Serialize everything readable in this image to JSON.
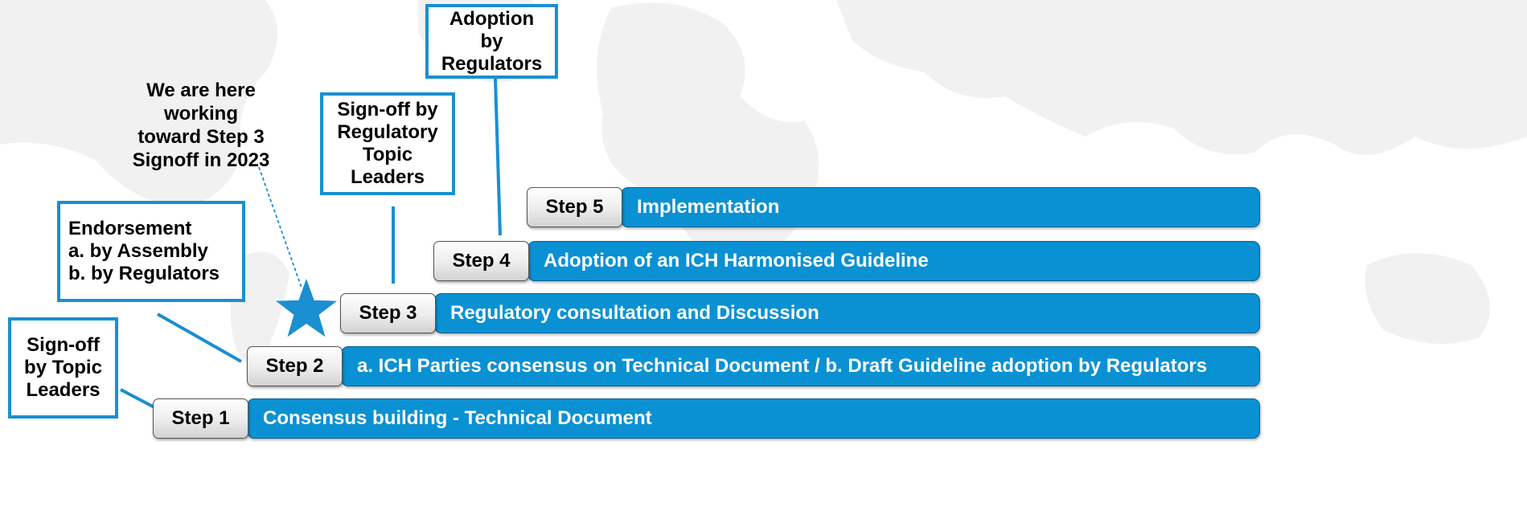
{
  "colors": {
    "bar_blue": "#0a91d4",
    "callout_border": "#1a8fd1",
    "star": "#1a8fd1",
    "label_text": "#000000",
    "bar_text": "#ffffff"
  },
  "steps": [
    {
      "label": "Step 1",
      "description": "Consensus building - Technical Document"
    },
    {
      "label": "Step 2",
      "description": "a. ICH Parties consensus on Technical Document / b. Draft Guideline adoption by Regulators"
    },
    {
      "label": "Step 3",
      "description": "Regulatory consultation and Discussion"
    },
    {
      "label": "Step 4",
      "description": "Adoption of an ICH Harmonised Guideline"
    },
    {
      "label": "Step 5",
      "description": "Implementation"
    }
  ],
  "callouts": {
    "step1": "Sign-off\nby Topic\nLeaders",
    "step2": "Endorsement\na. by Assembly\nb. by Regulators",
    "step3": "Sign-off by\nRegulatory\nTopic\nLeaders",
    "step4": "Adoption\nby\nRegulators"
  },
  "current_status_note": "We are here\nworking\ntoward Step 3\nSignoff in 2023",
  "current_marker_icon": "star-icon"
}
